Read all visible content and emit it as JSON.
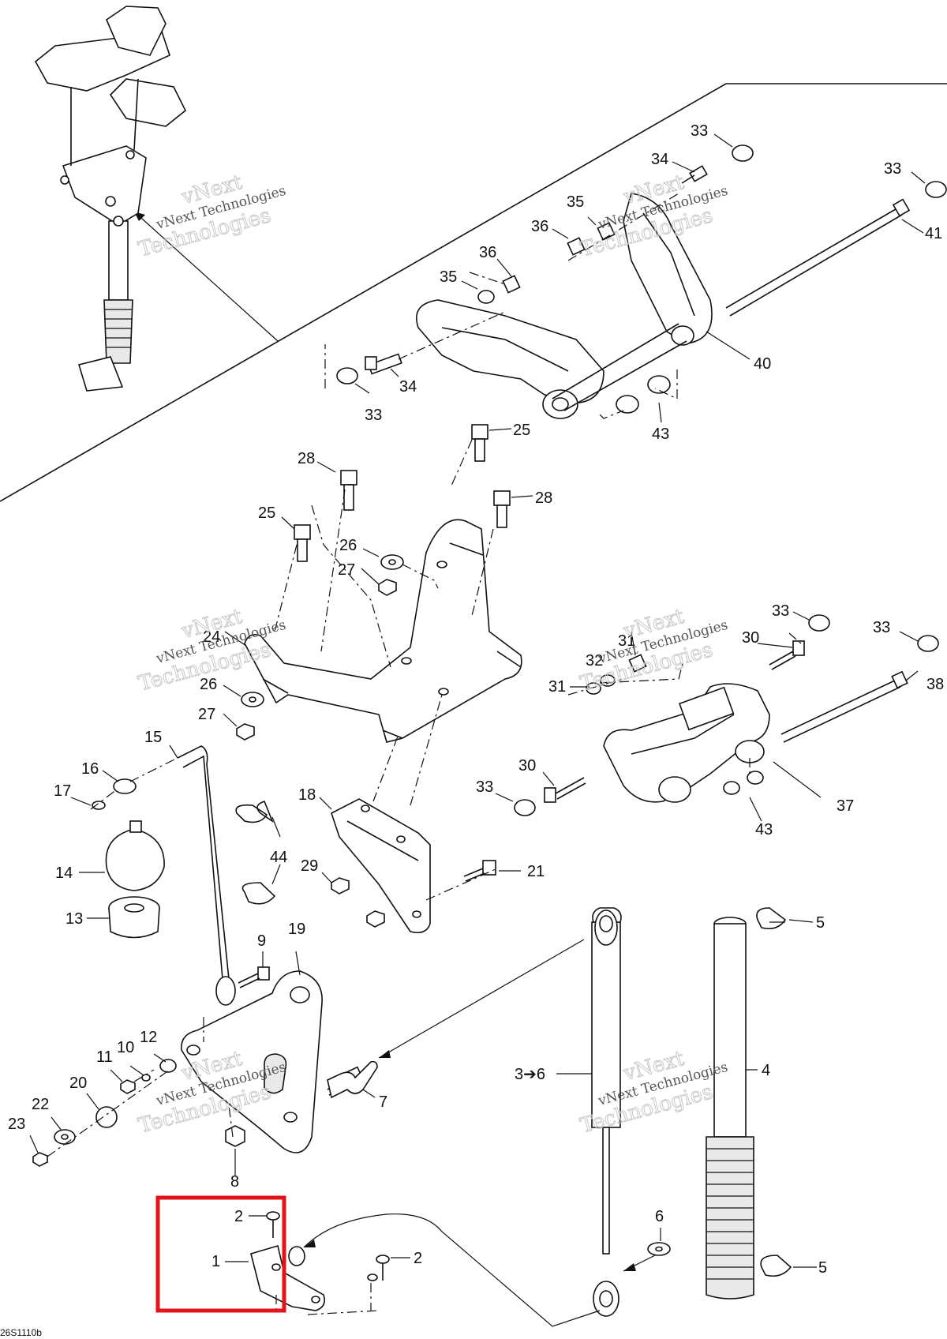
{
  "diagram": {
    "drawing_code": "26S1110b",
    "watermark": {
      "line1": "vNext Technologies",
      "line2": "Technologies",
      "line3": "vNext"
    },
    "callouts": {
      "c33a": "33",
      "c34a": "34",
      "c33b": "33",
      "c41": "41",
      "c35a": "35",
      "c36a": "36",
      "c36b": "36",
      "c35b": "35",
      "c40": "40",
      "c34b": "34",
      "c33c": "33",
      "c43a": "43",
      "c25a": "25",
      "c28a": "28",
      "c28b": "28",
      "c25b": "25",
      "c26a": "26",
      "c27a": "27",
      "c24": "24",
      "c26b": "26",
      "c27b": "27",
      "c33d": "33",
      "c33e": "33",
      "c31a": "31",
      "c30a": "30",
      "c32": "32",
      "c31b": "31",
      "c38": "38",
      "c15": "15",
      "c16": "16",
      "c17": "17",
      "c30b": "30",
      "c33f": "33",
      "c37": "37",
      "c43b": "43",
      "c18": "18",
      "c44": "44",
      "c14": "14",
      "c29": "29",
      "c21": "21",
      "c13": "13",
      "c5a": "5",
      "c9": "9",
      "c19": "19",
      "c12": "12",
      "c10": "10",
      "c11": "11",
      "c20": "20",
      "c3to6": "3➔6",
      "c4": "4",
      "c7": "7",
      "c22": "22",
      "c23": "23",
      "c8": "8",
      "c2a": "2",
      "c6": "6",
      "c1": "1",
      "c2b": "2",
      "c5b": "5"
    }
  }
}
